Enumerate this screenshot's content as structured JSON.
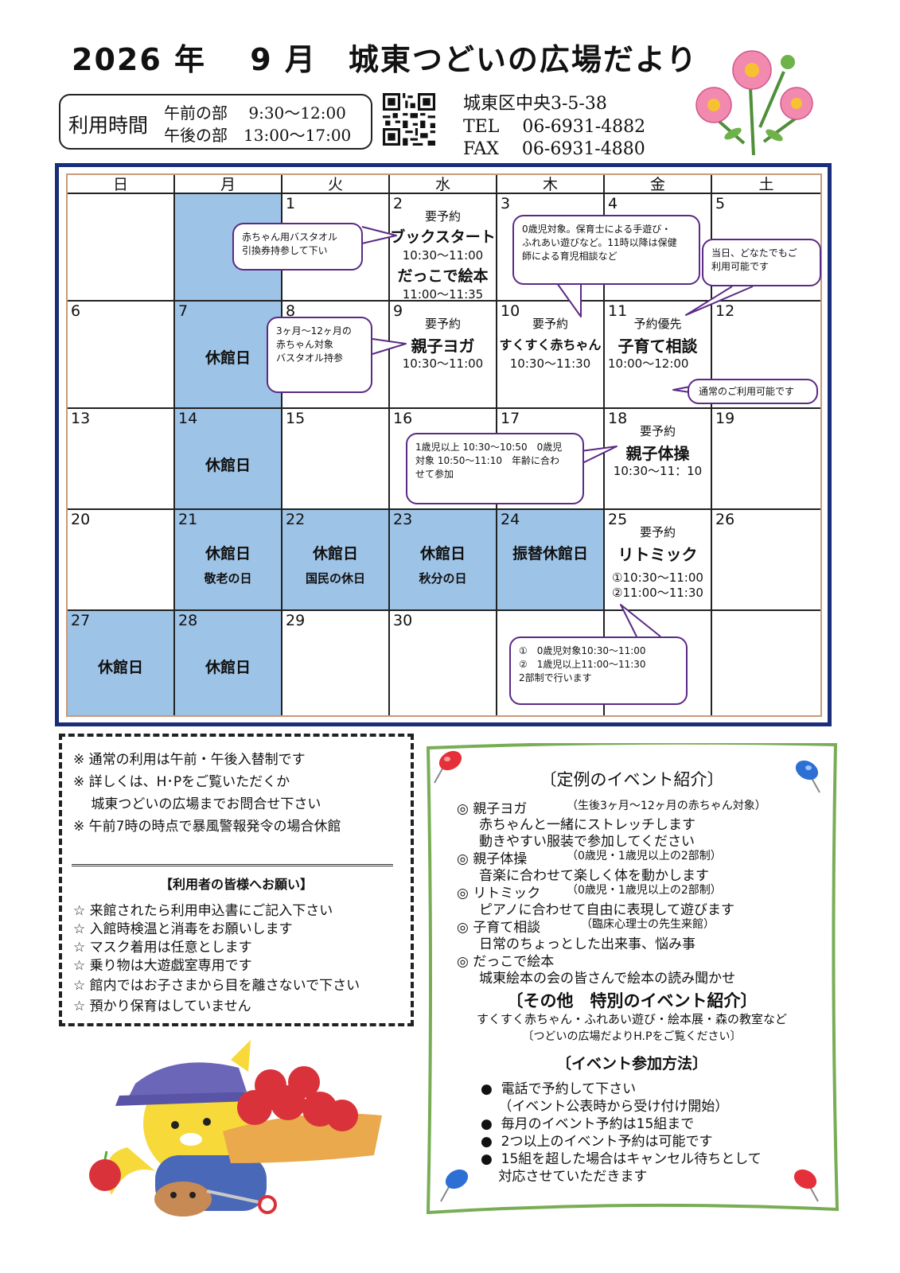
{
  "header": {
    "title": "2026 年　 9 月　城東つどいの広場だより",
    "hours_label": "利用時間",
    "hours": [
      {
        "label": "午前の部",
        "time": "9:30～12:00"
      },
      {
        "label": "午後の部",
        "time": "13:00～17:00"
      }
    ],
    "address": "城東区中央3-5-38",
    "tel": "TEL　 06-6931-4882",
    "fax": "FAX　 06-6931-4880"
  },
  "calendar": {
    "weekdays": [
      "日",
      "月",
      "火",
      "水",
      "木",
      "金",
      "土"
    ],
    "colors": {
      "closed": "#9dc3e6",
      "frame": "#1a2d7a",
      "bubble": "#5b2a86"
    },
    "days": {
      "d1": "1",
      "d2": "2",
      "d3": "3",
      "d4": "4",
      "d5": "5",
      "d6": "6",
      "d7": "7",
      "d8": "8",
      "d9": "9",
      "d10": "10",
      "d11": "11",
      "d12": "12",
      "d13": "13",
      "d14": "14",
      "d15": "15",
      "d16": "16",
      "d17": "17",
      "d18": "18",
      "d19": "19",
      "d20": "20",
      "d21": "21",
      "d22": "22",
      "d23": "23",
      "d24": "24",
      "d25": "25",
      "d26": "26",
      "d27": "27",
      "d28": "28",
      "d29": "29",
      "d30": "30"
    },
    "closed_label": "休館日",
    "holidays": {
      "d21": "敬老の日",
      "d22": "国民の休日",
      "d23": "秋分の日",
      "d24": "振替休館日"
    },
    "events": {
      "d2": {
        "note": "要予約",
        "name1": "ブックスタート",
        "time1": "10:30～11:00",
        "name2": "だっこで絵本",
        "time2": "11:00～11:35"
      },
      "d9": {
        "note": "要予約",
        "name": "親子ヨガ",
        "time": "10:30～11:00"
      },
      "d10": {
        "note": "要予約",
        "name": "すくすく赤ちゃん",
        "time": "10:30～11:30"
      },
      "d11": {
        "note": "予約優先",
        "name": "子育て相談",
        "time": "10:00～12:00"
      },
      "d18": {
        "note": "要予約",
        "name": "親子体操",
        "time": "10:30～11：10"
      },
      "d25": {
        "note": "要予約",
        "name": "リトミック",
        "time1": "①10:30～11:00",
        "time2": "②11:00～11:30"
      }
    },
    "bubbles": {
      "towel": [
        "赤ちゃん用バスタオル",
        "引換券持参して下い"
      ],
      "baby": [
        "0歳児対象。保育士による手遊び・",
        "ふれあい遊びなど。11時以降は保健",
        "師による育児相談など"
      ],
      "sameday": [
        "当日、どなたでもご",
        "利用可能です"
      ],
      "normal": "通常のご利用可能です",
      "yoga": [
        "3ヶ月～12ヶ月の",
        "赤ちゃん対象",
        "バスタオル持参"
      ],
      "taiso": [
        "1歳児以上  10:30～10:50　0歳児",
        "対象  10:50～11:10　年齢に合わ",
        "せて参加"
      ],
      "rhythm": [
        "①　0歳児対象10:30～11:00",
        "②　1歳児以上11:00～11:30",
        "2部制で行います"
      ]
    }
  },
  "notes": {
    "lines": [
      "※ 通常の利用は午前・午後入替制です",
      "※ 詳しくは、H･Pをご覧いただくか",
      "　 城東つどいの広場までお問合せ下さい",
      "※ 午前7時の時点で暴風警報発令の場合休館"
    ],
    "request_title": "【利用者の皆様へお願い】",
    "requests": [
      "☆ 来館されたら利用申込書にご記入下さい",
      "☆ 入館時検温と消毒をお願いします",
      "☆ マスク着用は任意とします",
      "☆ 乗り物は大遊戯室専用です",
      "☆ 館内ではお子さまから目を離さないで下さい",
      "☆ 預かり保育はしていません"
    ]
  },
  "events_box": {
    "title": "〔定例のイベント紹介〕",
    "items": [
      {
        "name": "◎ 親子ヨガ",
        "target": "（生後3ヶ月～12ヶ月の赤ちゃん対象）",
        "desc": [
          "赤ちゃんと一緒にストレッチします",
          "動きやすい服装で参加してください"
        ]
      },
      {
        "name": "◎ 親子体操",
        "target": "（0歳児・1歳児以上の2部制）",
        "desc": [
          "音楽に合わせて楽しく体を動かします"
        ]
      },
      {
        "name": "◎ リトミック",
        "target": "（0歳児・1歳児以上の2部制）",
        "desc": [
          "ピアノに合わせて自由に表現して遊びます"
        ]
      },
      {
        "name": "◎ 子育て相談",
        "target": "（臨床心理士の先生来館）",
        "desc": [
          "日常のちょっとした出来事、悩み事"
        ]
      },
      {
        "name": "◎ だっこで絵本",
        "target": "",
        "desc": [
          "城東絵本の会の皆さんで絵本の読み聞かせ"
        ]
      }
    ],
    "special_title": "〔その他　特別のイベント紹介〕",
    "special_lines": [
      "すくすく赤ちゃん・ふれあい遊び・絵本展・森の教室など",
      "〔つどいの広場だよりH.Pをご覧ください〕"
    ],
    "how_title": "〔イベント参加方法〕",
    "how": [
      "●  電話で予約して下さい",
      "　 （イベント公表時から受け付け開始）",
      "●  毎月のイベント予約は15組まで",
      "●  2つ以上のイベント予約は可能です",
      "●  15組を超した場合はキャンセル待ちとして",
      "　 対応させていただきます"
    ]
  }
}
